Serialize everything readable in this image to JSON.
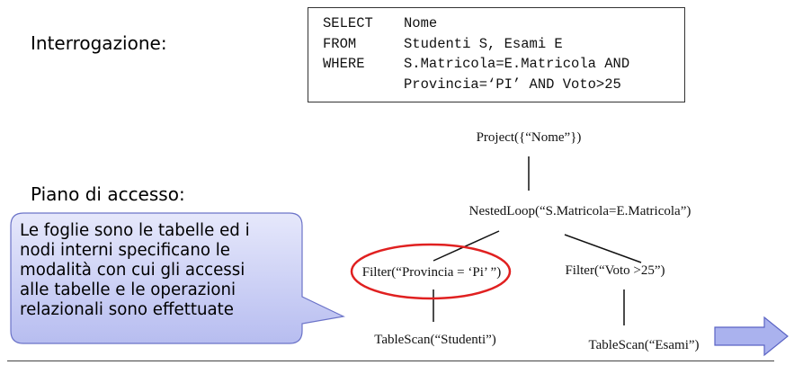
{
  "labels": {
    "query": "Interrogazione:",
    "plan": "Piano di accesso:"
  },
  "sql": {
    "lines": [
      {
        "kw": "SELECT",
        "text": "Nome"
      },
      {
        "kw": "FROM",
        "text": "Studenti S, Esami E"
      },
      {
        "kw": "WHERE",
        "text": "S.Matricola=E.Matricola AND"
      },
      {
        "kw": "",
        "text": "Provincia=‘PI’ AND Voto>25"
      }
    ]
  },
  "tree": {
    "project": "Project({“Nome”})",
    "nested_loop": "NestedLoop(“S.Matricola=E.Matricola”)",
    "filter_left": "Filter(“Provincia = ‘Pi’ ”)",
    "filter_right": "Filter(“Voto >25”)",
    "scan_left": "TableScan(“Studenti”)",
    "scan_right": "TableScan(“Esami”)"
  },
  "callout": {
    "lines": [
      "Le foglie sono le tabelle ed i",
      "nodi interni specificano le",
      "modalità con cui gli accessi",
      "alle tabelle e le operazioni",
      "relazionali sono effettuate"
    ]
  },
  "colors": {
    "highlight_ellipse": "#e02020",
    "callout_fill_top": "#e6e8fb",
    "callout_fill_bottom": "#b7bdf0",
    "callout_border": "#6b73c8",
    "arrow_fill": "#aab2ee",
    "arrow_border": "#5a63c4"
  },
  "icons": {
    "next": "right-arrow-icon"
  }
}
